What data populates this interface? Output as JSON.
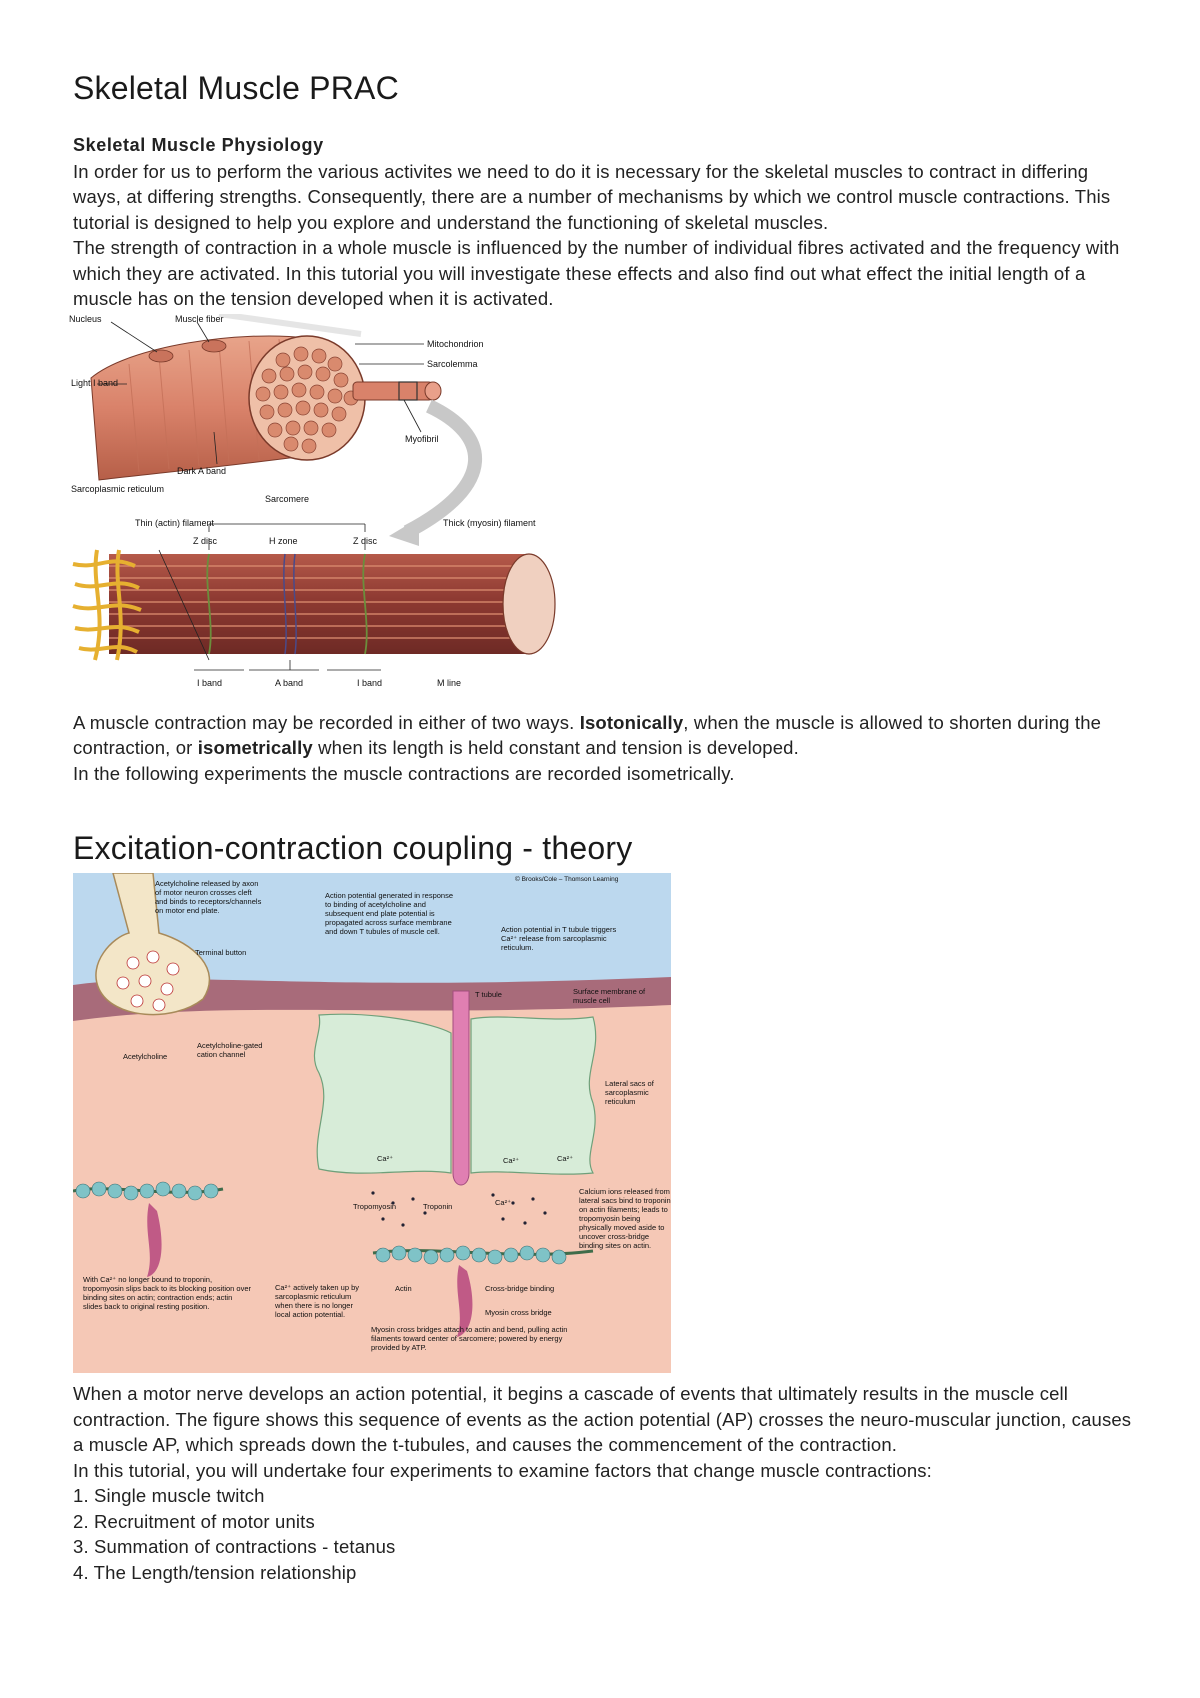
{
  "title": "Skeletal Muscle PRAC",
  "physiology": {
    "heading": "Skeletal Muscle Physiology",
    "para1": "In order for us to perform the various activites we need to do it is necessary for the skeletal muscles to contract in differing ways, at differing strengths. Consequently, there are a number of mechanisms by which we control muscle contractions. This tutorial is designed to help you explore and understand the functioning of skeletal muscles.",
    "para2": "The strength of contraction in a whole muscle is influenced by the number of individual fibres activated and the frequency with which they are activated. In this tutorial you will investigate these effects and also find out what effect the initial length of a muscle has on the tension developed when it is activated."
  },
  "figure1": {
    "labels": {
      "nucleus": "Nucleus",
      "muscle_fiber": "Muscle fiber",
      "mitochondrion": "Mitochondrion",
      "sarcolemma": "Sarcolemma",
      "light_band": "Light I band",
      "myofibril": "Myofibril",
      "dark_band": "Dark A band",
      "sarcoplasmic": "Sarcoplasmic reticulum",
      "sarcomere": "Sarcomere",
      "thin_filament": "Thin (actin) filament",
      "z_disc_left": "Z disc",
      "h_zone": "H zone",
      "z_disc_right": "Z disc",
      "thick_filament": "Thick (myosin) filament",
      "i_band_left": "I band",
      "a_band": "A band",
      "i_band_right": "I band",
      "m_line": "M line"
    }
  },
  "contraction": {
    "text_before_iso": "A muscle contraction may be recorded in either of two ways. ",
    "isotonically": "Isotonically",
    "text_mid": ", when the muscle is allowed to shorten during the contraction, or ",
    "isometrically": "isometrically",
    "text_after": " when its length is held constant and tension is developed.",
    "following": "In the following experiments the muscle contractions are recorded isometrically."
  },
  "coupling": {
    "heading": "Excitation-contraction coupling - theory"
  },
  "figure2": {
    "copyright": "© Brooks/Cole – Thomson Learning",
    "step1": "Acetylcholine released by axon of motor neuron crosses cleft and binds to receptors/channels on motor end plate.",
    "step2": "Action potential generated in response to binding of acetylcholine and subsequent end plate potential is propagated across surface membrane and down T tubules of muscle cell.",
    "step3": "Action potential in T tubule triggers Ca²⁺ release from sarcoplasmic reticulum.",
    "terminal_button": "Terminal button",
    "t_tubule": "T tubule",
    "surface_membrane": "Surface membrane of muscle cell",
    "acetylcholine": "Acetylcholine",
    "ach_channel": "Acetylcholine-gated cation channel",
    "lateral_sacs": "Lateral sacs of sarcoplasmic reticulum",
    "ca": "Ca²⁺",
    "step4": "Calcium ions released from lateral sacs bind to troponin on actin filaments; leads to tropomyosin being physically moved aside to uncover cross-bridge binding sites on actin.",
    "tropomyosin": "Tropomyosin",
    "troponin": "Troponin",
    "actin": "Actin",
    "crossbridge_binding": "Cross-bridge binding",
    "myosin_crossbridge": "Myosin cross bridge",
    "step5": "Myosin cross bridges attach to actin and bend, pulling actin filaments toward center of sarcomere; powered by energy provided by ATP.",
    "step6": "Ca²⁺ actively taken up by sarcoplasmic reticulum when there is no longer local action potential.",
    "step7": "With Ca²⁺ no longer bound to troponin, tropomyosin slips back to its blocking position over binding sites on actin; contraction ends; actin slides back to original resting position."
  },
  "cascade": {
    "para1": "When a motor nerve develops an action potential, it begins a cascade of events that ultimately results in the muscle cell contraction. The figure shows this sequence of events as the action potential (AP) crosses the neuro-muscular junction, causes a muscle AP, which spreads down the t-tubules, and causes the commencement of the contraction.",
    "para2": "In this tutorial, you will undertake four experiments to examine factors that change muscle contractions:",
    "experiments": [
      "1. Single muscle twitch",
      "2. Recruitment of motor units",
      "3. Summation of contractions - tetanus",
      "4. The Length/tension relationship"
    ]
  }
}
